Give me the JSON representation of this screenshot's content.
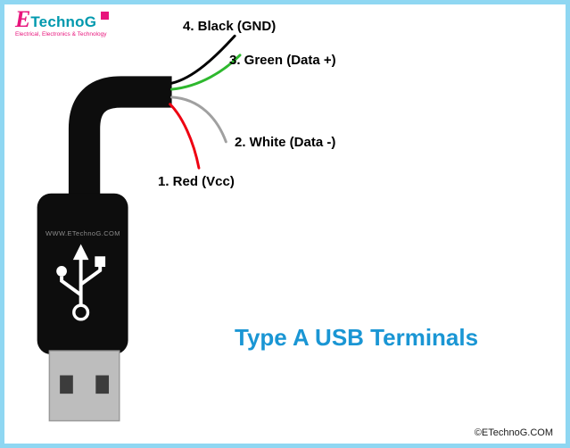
{
  "brand": {
    "logo_e": "E",
    "logo_rest": "TechnoG",
    "tagline": "Electrical, Electronics & Technology",
    "pink": "#e8147c",
    "teal": "#0099ae"
  },
  "frame": {
    "border_color": "#8fd7f2",
    "background": "#ffffff"
  },
  "usb": {
    "watermark": "WWW.ETechnoG.COM",
    "cable_color": "#0d0d0d",
    "metal_color": "#bdbdbd",
    "symbol_color": "#ffffff"
  },
  "labels": {
    "title": "Type A USB Terminals",
    "title_color": "#1a96d4",
    "copyright": "©ETechnoG.COM"
  },
  "wires": [
    {
      "label": "4. Black (GND)",
      "color": "#000000"
    },
    {
      "label": "3. Green (Data +)",
      "color": "#2eb82e"
    },
    {
      "label": "2. White (Data -)",
      "color": "#a0a0a0"
    },
    {
      "label": "1. Red (Vcc)",
      "color": "#ee0011"
    }
  ]
}
